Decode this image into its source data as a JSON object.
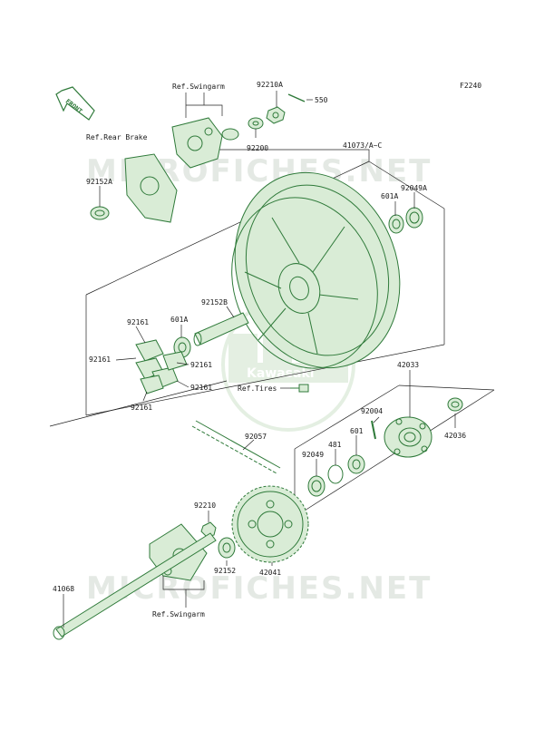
{
  "diagram_code": "F2240",
  "watermark": {
    "top": "MICROFICHES.NET",
    "bottom": "MICROFICHES.NET",
    "logo": "Kawasaki"
  },
  "front_tag": "FRONT",
  "labels": {
    "ref_swingarm_top": "Ref.Swingarm",
    "ref_rear_brake": "Ref.Rear Brake",
    "p92210A": "92210A",
    "p550": "550",
    "p92200": "92200",
    "p41073": "41073/A~C",
    "p92152A": "92152A",
    "p601A_r": "601A",
    "p92049A": "92049A",
    "p92152B": "92152B",
    "p601A_l": "601A",
    "p92161_a": "92161",
    "p92161_b": "92161",
    "p92161_c": "92161",
    "p92161_d": "92161",
    "p92161_e": "92161",
    "ref_tires": "Ref.Tires",
    "p42033": "42033",
    "p92004": "92004",
    "p42036": "42036",
    "p601": "601",
    "p481": "481",
    "p92049": "92049",
    "p92057": "92057",
    "p92210": "92210",
    "p92152": "92152",
    "p42041": "42041",
    "p41068": "41068",
    "ref_swingarm_bottom": "Ref.Swingarm"
  }
}
